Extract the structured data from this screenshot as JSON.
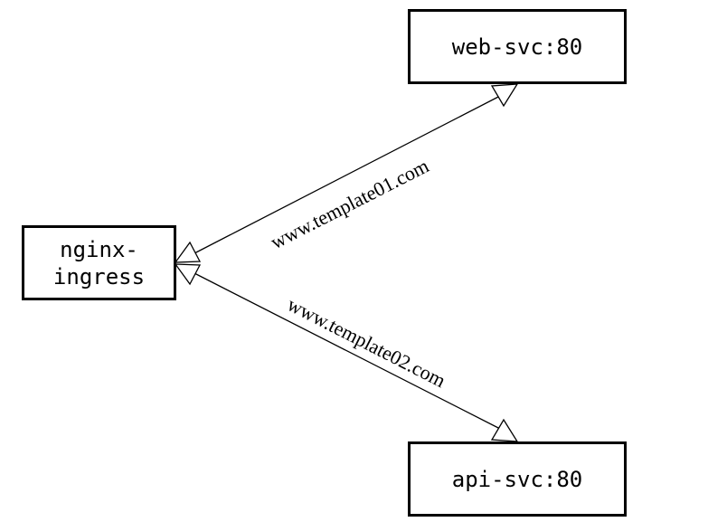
{
  "nodes": {
    "ingress": {
      "label": "nginx-\ningress"
    },
    "web": {
      "label": "web-svc:80"
    },
    "api": {
      "label": "api-svc:80"
    }
  },
  "edges": [
    {
      "from": "web",
      "to": "ingress",
      "label": "www.template01.com"
    },
    {
      "from": "api",
      "to": "ingress",
      "label": "www.template02.com"
    }
  ],
  "colors": {
    "line": "#000000",
    "background": "#ffffff"
  }
}
